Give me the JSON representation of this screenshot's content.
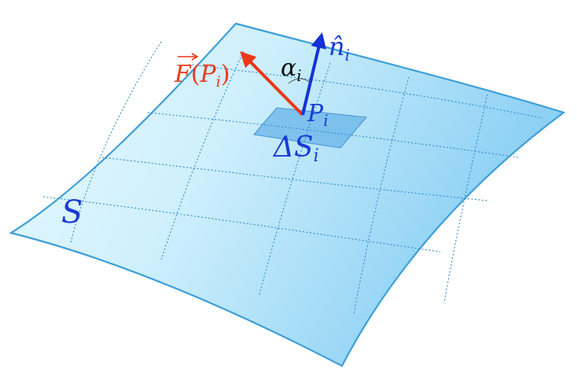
{
  "diagram": {
    "surface_label": "S",
    "patch_label_symbol": "ΔS",
    "patch_label_sub": "i",
    "point_label": "P",
    "point_label_sub": "i",
    "normal_label": "n̂",
    "normal_label_sub": "i",
    "angle_label": "α",
    "angle_label_sub": "i",
    "field_label": "F",
    "field_label_arg_open": "(",
    "field_label_arg": "P",
    "field_label_arg_sub": "i",
    "field_label_arg_close": ")"
  },
  "colors": {
    "surface_fill_light": "#E8F9FE",
    "surface_fill_dark": "#8FD2F5",
    "surface_edge": "#3E9FD8",
    "grid_line": "#2F8AD0",
    "patch_fill": "#6EB7EA",
    "normal_vector": "#1432D6",
    "field_vector": "#EC3718",
    "label_blue": "#1a3bd6",
    "label_red": "#EC3718",
    "label_black": "#111111"
  }
}
